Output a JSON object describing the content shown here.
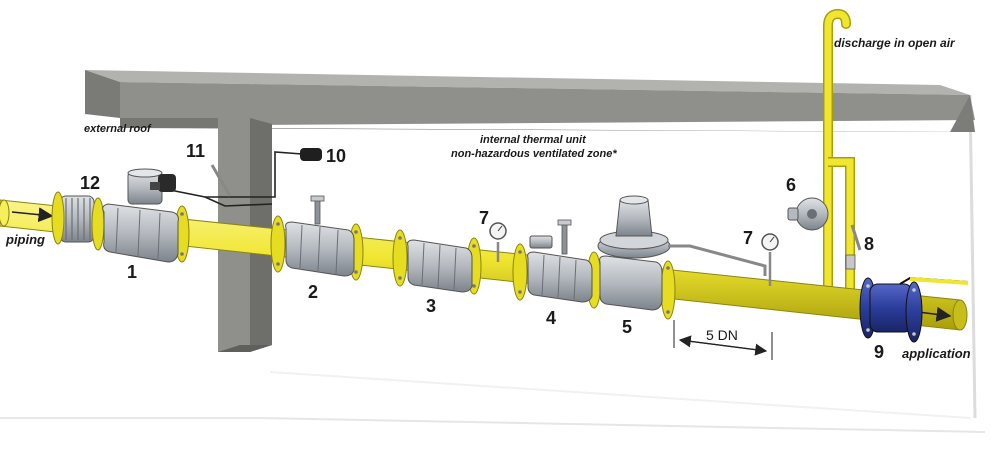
{
  "labels": {
    "discharge": "discharge in open air",
    "external_roof": "external roof",
    "internal_1": "internal thermal unit",
    "internal_2": "non-hazardous ventilated zone*",
    "piping": "piping",
    "application": "application",
    "dn": "5 DN"
  },
  "components": [
    "1",
    "2",
    "3",
    "4",
    "5",
    "6",
    "7",
    "7",
    "8",
    "9",
    "10",
    "11",
    "12"
  ],
  "colors": {
    "pipe": "#f0e630",
    "pipe_dark": "#b8ad10",
    "wall": "#8f8f8c",
    "wall_dark": "#6e6e6b",
    "device": "#b9bec4",
    "device_dark": "#7d838b",
    "flange_blue": "#2b3d9a"
  },
  "icons": [
    "gas-filter-icon",
    "pressure-gauge-icon",
    "solenoid-valve-icon",
    "pressure-regulator-icon",
    "ball-valve-icon"
  ]
}
